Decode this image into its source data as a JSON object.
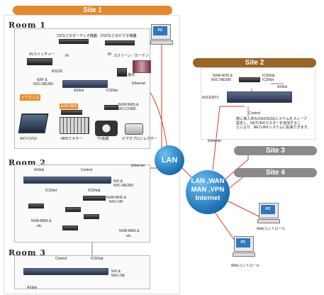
{
  "sites": {
    "site1": "Site 1",
    "site2": "Site 2",
    "site3": "Site 3",
    "site4": "Site 4"
  },
  "rooms": {
    "room1": "Room 1",
    "room2": "Room 2",
    "room3": "Room 3"
  },
  "room1": {
    "cd_player": "CDなどのオーディオ機器",
    "dvd_player": "DVDなどのビデオ機器",
    "ir1": "IR",
    "ir2": "IR",
    "av_switcher": "AVスイッチャー",
    "rs232": "RS232",
    "screen": "スクリーン／カーテン",
    "relay": "接点",
    "nxf": "NXF &",
    "nxc_me260": "NXC-ME260",
    "axlink": "AXlink",
    "icsnet": "ICSNet",
    "ethernet": "Ethernet",
    "video_input": "ビデオ入力",
    "axb_midi": "AXB-MIDI",
    "nxm_nms": "NXM-NMS &",
    "nxc_com2": "NXC-COM2",
    "axt_cv10": "AXT-CV10",
    "midi_mixer": "MIDIミキサー",
    "tv_conf": "TV会議",
    "projector": "ビデオプロジェクター",
    "pc": "PC"
  },
  "room2": {
    "axlink": "AXlink",
    "control": "Control",
    "ethernet": "Ethernet",
    "nxi": "NXI &",
    "nxc_me260": "NXC-ME260",
    "icsnet": "ICSNet",
    "icshub": "ICSHub",
    "nxm_nhs": "NXM-NHS &",
    "nxc_nh": "NXC-NH",
    "nxm_nms_etc": "NXM-NMS &",
    "etc": "etc.",
    "nxm_nms_etc2": "NXM-NMS &",
    "etc2": "etc."
  },
  "room3": {
    "control": "Control",
    "icshub": "ICSHub",
    "nxi": "NXI &",
    "nxc_ne": "NXC-NE",
    "axlink": "AXlink"
  },
  "site2": {
    "nxm_nhs": "NXM-NHS &",
    "nxc_me260": "NXC-ME260",
    "icshub": "ICSHub",
    "icsnet": "ICSNet",
    "axlink": "AXlink",
    "axcent3": "AXCENT3",
    "control": "Control",
    "note_line1": "既に導入済みのAXCESSシステムをスレーブ",
    "note_line2": "設定し、NETLINXマスターを追加するこ",
    "note_line3": "とにより、NETLINXシステムに拡張できます。",
    "ethernet": "Ethernet"
  },
  "network": {
    "lan": "LAN",
    "wan_line1": "LAN ,WAN",
    "wan_line2": "MAN ,VPN",
    "wan_line3": "Internet"
  },
  "pcs": {
    "pc1": "PC",
    "pc2": "PC",
    "web1": "Webコントロール",
    "web2": "Webコントロール"
  },
  "colors": {
    "site1_bar": "#e4892f",
    "site2_bar": "#9a6426",
    "site34_bar": "#8a8a8a",
    "link_red": "#d23a2a",
    "link_gray": "#5a5a5a",
    "globe_blue": "#1a6fb4"
  }
}
